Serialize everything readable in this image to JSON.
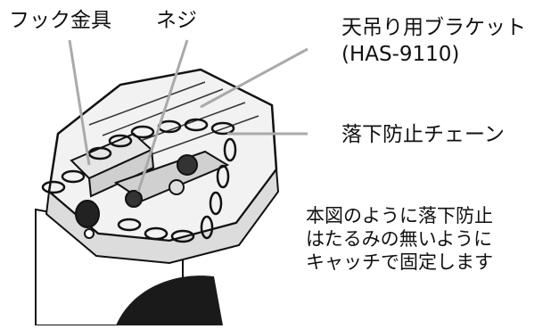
{
  "labels": {
    "hook": "フック金具",
    "screw": "ネジ",
    "bracket_line1": "天吊り用ブラケット",
    "bracket_line2": "(HAS-9110)",
    "chain": "落下防止チェーン"
  },
  "note": {
    "line1": "本図のように落下防止",
    "line2": "はたるみの無いように",
    "line3": "キャッチで固定します"
  }
}
